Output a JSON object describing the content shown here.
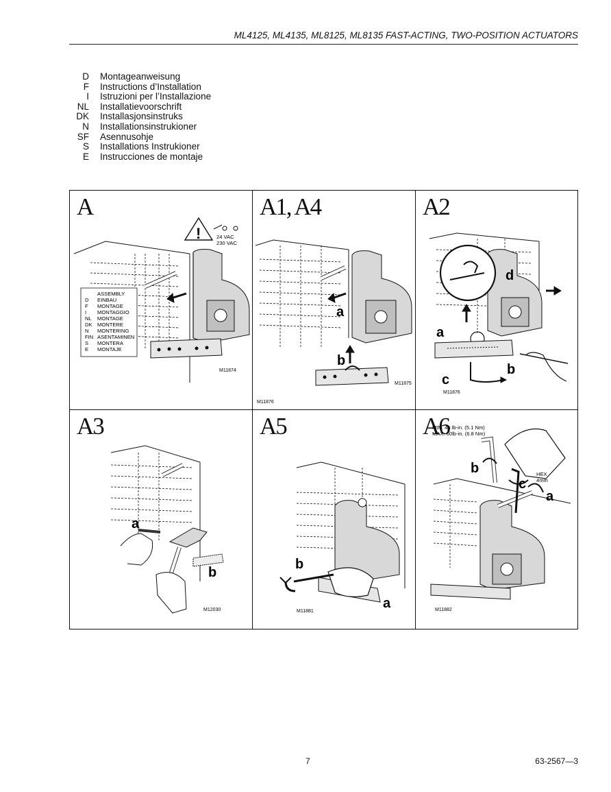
{
  "header": {
    "title": "ML4125, ML4135, ML8125, ML8135 FAST-ACTING, TWO-POSITION ACTUATORS"
  },
  "languages": [
    {
      "code": "D",
      "text": "Montageanweisung"
    },
    {
      "code": "F",
      "text": "Instructions d’Installation"
    },
    {
      "code": "I",
      "text": "Istruzioni per l’Installazione"
    },
    {
      "code": "NL",
      "text": "Installatievoorschrift"
    },
    {
      "code": "DK",
      "text": "Installasjonsinstruks"
    },
    {
      "code": "N",
      "text": "Installationsinstrukioner"
    },
    {
      "code": "SF",
      "text": "Asennusohje"
    },
    {
      "code": "S",
      "text": "Installations Instrukioner"
    },
    {
      "code": "E",
      "text": "Instrucciones de montaje"
    }
  ],
  "panels": {
    "a": {
      "title": "A",
      "code": "M11874",
      "voltage1": "24 VAC",
      "voltage2": "230 VAC",
      "warning_symbol": "!",
      "assembly_rows": [
        {
          "code": "",
          "text": "ASSEMBLY"
        },
        {
          "code": "D",
          "text": "EINBAU"
        },
        {
          "code": "F",
          "text": "MONTAGE"
        },
        {
          "code": "I",
          "text": "MONTAGGIO"
        },
        {
          "code": "NL",
          "text": "MONTAGE"
        },
        {
          "code": "DK",
          "text": "MONTERE"
        },
        {
          "code": "N",
          "text": "MONTERING"
        },
        {
          "code": "FIN",
          "text": "ASENTAMINEN"
        },
        {
          "code": "S",
          "text": "MONTERA"
        },
        {
          "code": "E",
          "text": "MONTAJE"
        }
      ]
    },
    "a1": {
      "title": "A1, A4",
      "code1": "M11875",
      "code2": "M11876",
      "label_a": "a",
      "label_b": "b"
    },
    "a2": {
      "title": "A2",
      "code": "M11876",
      "label_a": "a",
      "label_b": "b",
      "label_c": "c",
      "label_d": "d"
    },
    "a3": {
      "title": "A3",
      "code": "M12030",
      "label_a": "a",
      "label_b": "b"
    },
    "a5": {
      "title": "A5",
      "code": "M11881",
      "label_a": "a",
      "label_b": "b"
    },
    "a6": {
      "title": "A6",
      "code": "M11882",
      "torque_min": "MIN: 45 lb-in. (5.1 Nm)",
      "torque_max": "MAX: 60lb-in. (6.8 Nm)",
      "hex1": "HEX",
      "hex2": "4mm",
      "label_a": "a",
      "label_b": "b",
      "label_c": "c"
    }
  },
  "footer": {
    "page_number": "7",
    "doc_number": "63-2567—3"
  }
}
